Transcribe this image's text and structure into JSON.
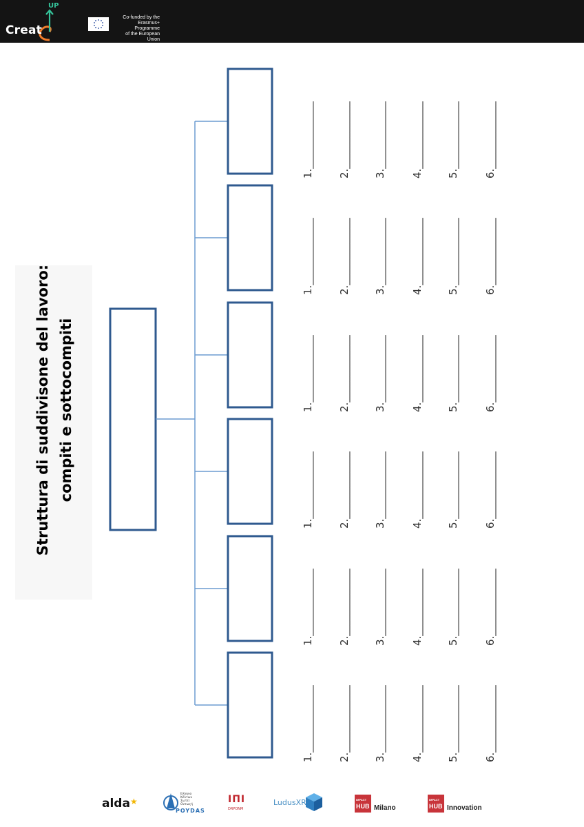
{
  "header": {
    "logo_text": "Creat",
    "logo_up": "UP",
    "eu_text": [
      "Co-funded by the",
      "Erasmus+ Programme",
      "of the European Union"
    ]
  },
  "title": {
    "line1": "Struttura di suddivisone del lavoro:",
    "line2": "compiti e sottocompiti"
  },
  "diagram": {
    "line_color": "#6b9bd1",
    "box_border_color": "#2f5a8f",
    "task_box_count": 6,
    "subtask_labels": [
      "1.",
      "2.",
      "3.",
      "4.",
      "5.",
      "6."
    ]
  },
  "footer": {
    "alda": "alda",
    "poydas_lines": [
      "Ελληνο",
      "Κέλτων",
      "Σωτεί",
      "Οντωςή"
    ],
    "poydas_name": "POYDAS",
    "drponm": "DRPONM",
    "ludus": "LudusXR",
    "hub_small": "IMPACT",
    "hub_big": "HUB",
    "hub1_name": "Milano",
    "hub2_name": "Innovation"
  }
}
